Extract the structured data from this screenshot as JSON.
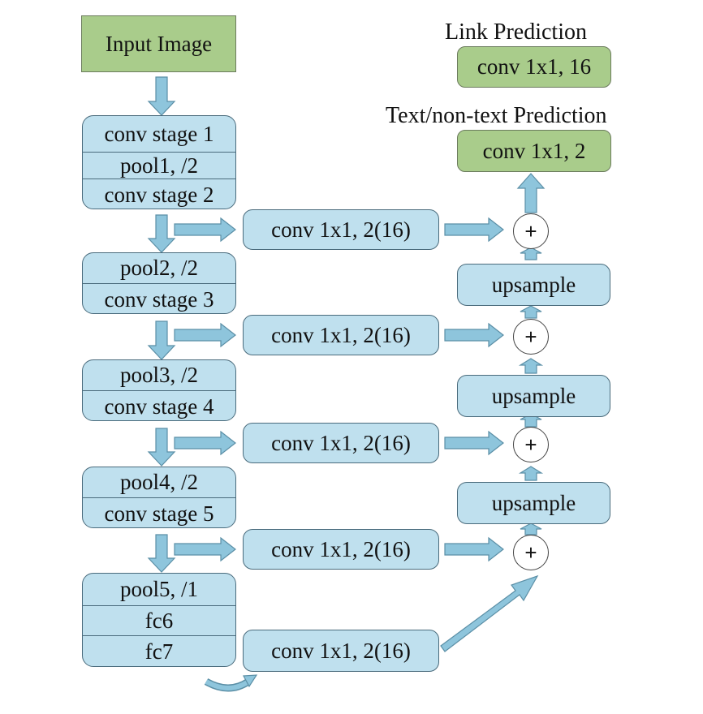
{
  "input": "Input Image",
  "link_prediction": {
    "title": "Link Prediction",
    "conv": "conv 1x1, 16"
  },
  "text_prediction": {
    "title": "Text/non-text Prediction",
    "conv": "conv 1x1, 2"
  },
  "stages": [
    [
      "conv stage 1",
      "pool1, /2",
      "conv stage 2"
    ],
    [
      "pool2, /2",
      "conv stage 3"
    ],
    [
      "pool3, /2",
      "conv stage 4"
    ],
    [
      "pool4, /2",
      "conv stage 5"
    ],
    [
      "pool5, /1",
      "fc6",
      "fc7"
    ]
  ],
  "side_conv": [
    "conv 1x1, 2(16)",
    "conv 1x1, 2(16)",
    "conv 1x1, 2(16)",
    "conv 1x1, 2(16)",
    "conv 1x1, 2(16)"
  ],
  "upsample": [
    "upsample",
    "upsample",
    "upsample"
  ],
  "plus": [
    "+",
    "+",
    "+",
    "+"
  ],
  "colors": {
    "green_fill": "#a9cc8b",
    "blue_fill": "#bfe0ee",
    "arrow": "#8ec5dc",
    "arrow_stroke": "#5b8fa6"
  }
}
